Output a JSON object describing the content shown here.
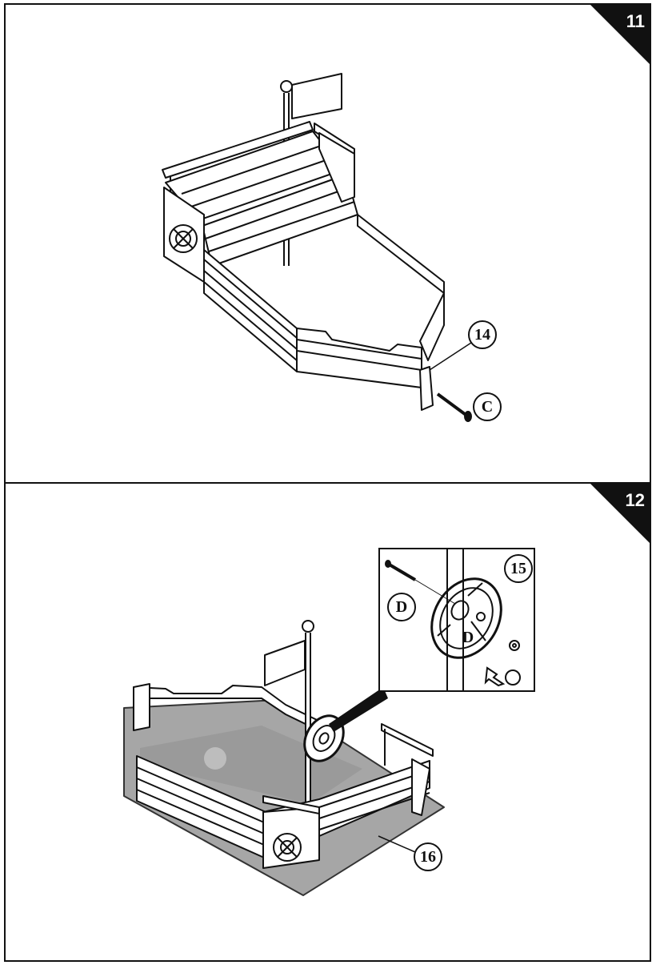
{
  "steps": [
    {
      "number": "11",
      "callouts": {
        "part": "14",
        "hardware": "C"
      }
    },
    {
      "number": "12",
      "callouts": {
        "wheel": "15",
        "bolt": "D",
        "bolt_detail": "D",
        "liner": "16"
      }
    }
  ],
  "colors": {
    "ink": "#111111",
    "tab": "#111111",
    "liner": "#a6a6a6",
    "paper": "#ffffff"
  },
  "icons": [
    "ship-sandbox-illustration",
    "flag-icon",
    "steering-wheel-icon",
    "screw-icon",
    "bolt-icon",
    "nut-icon",
    "cap-icon",
    "arrow-icon"
  ]
}
